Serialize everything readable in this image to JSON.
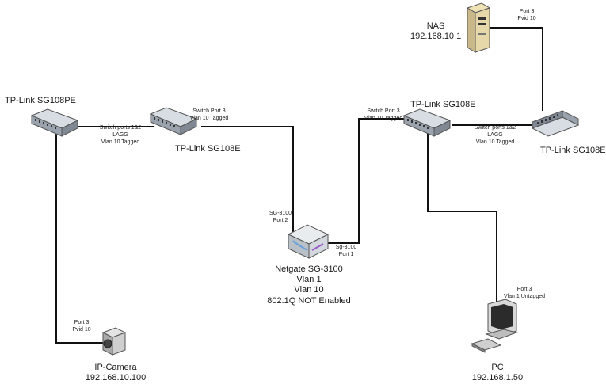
{
  "devices": {
    "switch_left": {
      "name": "TP-Link SG108PE",
      "icon": "network-switch-icon"
    },
    "switch_mid": {
      "name": "TP-Link SG108E",
      "icon": "network-switch-icon"
    },
    "switch_right_top": {
      "name": "TP-Link SG108E",
      "icon": "network-switch-icon"
    },
    "switch_right": {
      "name": "TP-Link SG108E",
      "icon": "network-switch-icon"
    },
    "nas": {
      "name": "NAS",
      "ip": "192.168.10.1",
      "icon": "server-icon"
    },
    "router": {
      "name": "Netgate SG-3100",
      "line2": "Vlan 1",
      "line3": "Vlan 10",
      "line4": "802.1Q NOT Enabled",
      "icon": "router-icon"
    },
    "camera": {
      "name": "IP-Camera",
      "ip": "192.168.10.100",
      "icon": "camera-icon"
    },
    "pc": {
      "name": "PC",
      "ip": "192.168.1.50",
      "icon": "pc-icon"
    }
  },
  "port_labels": {
    "left_lagg": {
      "l1": "Switch ports 1&2",
      "l2": "LAGG",
      "l3": "Vlan 10 Tagged"
    },
    "mid_port": {
      "l1": "Switch Port 3",
      "l2": "Vlan 10 Tagged"
    },
    "router_port2": {
      "l1": "SG-3100",
      "l2": "Port 2"
    },
    "router_port1": {
      "l1": "Sg-3100",
      "l2": "Port 1"
    },
    "right_port": {
      "l1": "Switch Port 3",
      "l2": "Vlan 10 Tagged"
    },
    "right_lagg": {
      "l1": "Switch ports 1&2",
      "l2": "LAGG",
      "l3": "Vlan 10 Tagged"
    },
    "nas_port": {
      "l1": "Port 3",
      "l2": "Pvid 10"
    },
    "camera_port": {
      "l1": "Port 3",
      "l2": "Pvid 10"
    },
    "pc_port": {
      "l1": "Port 3",
      "l2": "Vlan 1 Untagged"
    }
  },
  "colors": {
    "wire": "#111111",
    "device_body": "#9aa3ad",
    "device_top": "#d7dde3"
  }
}
